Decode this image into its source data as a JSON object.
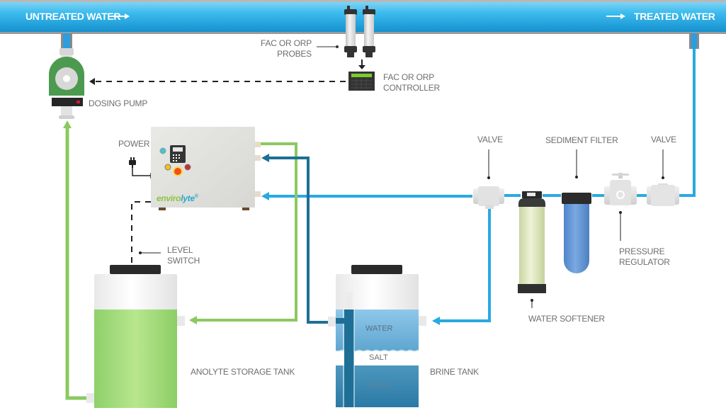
{
  "title": "Envirolyte on-site anolyte generation and dosing system",
  "main_pipe": {
    "inlet_label": "UNTREATED WATER",
    "outlet_label": "TREATED WATER",
    "flow_arrow": "→"
  },
  "components": {
    "probes": {
      "label_line1": "FAC OR ORP",
      "label_line2": "PROBES"
    },
    "controller": {
      "label_line1": "FAC OR ORP",
      "label_line2": "CONTROLLER"
    },
    "dosing_pump": {
      "label": "DOSING PUMP"
    },
    "power": {
      "label": "POWER"
    },
    "generator": {
      "brand_part1": "enviro",
      "brand_part2": "lyte",
      "brand_mark": "®"
    },
    "level_switch": {
      "label_line1": "LEVEL",
      "label_line2": "SWITCH"
    },
    "anolyte_tank": {
      "label": "ANOLYTE STORAGE TANK"
    },
    "brine_tank": {
      "label": "BRINE TANK",
      "layers": [
        "WATER",
        "SALT",
        "BRINE"
      ]
    },
    "valve_left": {
      "label": "VALVE"
    },
    "sediment_filter": {
      "label": "SEDIMENT FILTER"
    },
    "valve_right": {
      "label": "VALVE"
    },
    "pressure_regulator": {
      "label_line1": "PRESSURE",
      "label_line2": "REGULATOR"
    },
    "water_softener": {
      "label": "WATER SOFTENER"
    }
  },
  "colors": {
    "water_pipe": "#29a9e1",
    "main_pipe_top": "#5cc8f3",
    "main_pipe_bottom": "#1b9ad6",
    "anolyte_line": "#8cc862",
    "brine_line": "#1e6f95",
    "pump_green": "#4c9a4f",
    "signal_line": "#2b2b2b",
    "label_text": "#6d6e70",
    "filter_blue": "#5b8fd2",
    "softener_tan": "#d9e2b9"
  }
}
